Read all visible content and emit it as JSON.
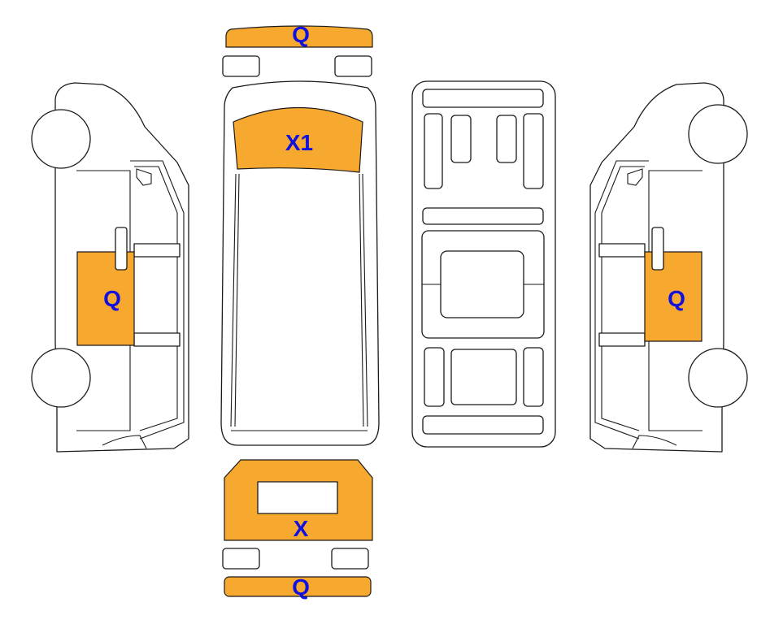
{
  "diagram": {
    "colors": {
      "highlight": "#F7A82F",
      "outline": "#1a1a1a",
      "label": "#1010E0",
      "background": "#ffffff"
    },
    "zones": [
      {
        "id": "front-bumper",
        "label": "Q"
      },
      {
        "id": "windshield",
        "label": "X1"
      },
      {
        "id": "left-side-panel",
        "label": "Q"
      },
      {
        "id": "right-side-panel",
        "label": "Q"
      },
      {
        "id": "rear-door",
        "label": "X"
      },
      {
        "id": "rear-bumper",
        "label": "Q"
      }
    ]
  }
}
